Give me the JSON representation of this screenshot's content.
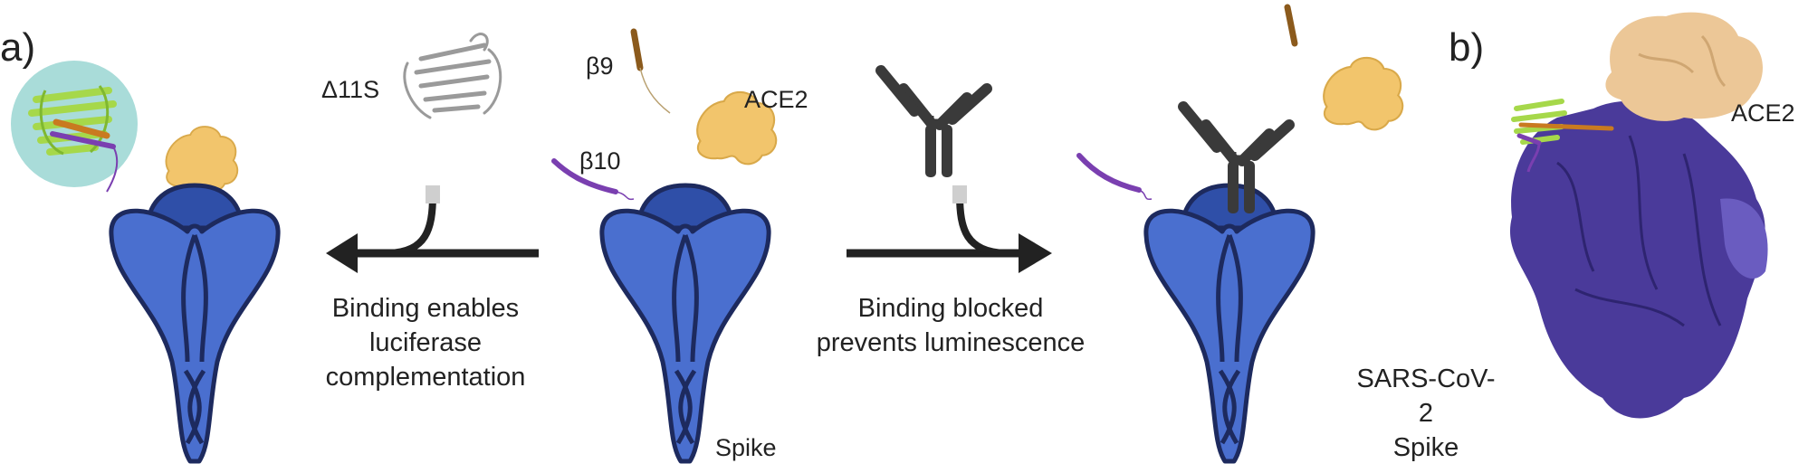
{
  "panels": {
    "a": "a)",
    "b": "b)"
  },
  "molecules": {
    "d11s": "Δ11S",
    "b9": "β9",
    "ace2": "ACE2",
    "b10": "β10",
    "spike": "Spike",
    "ace2_structure": "ACE2",
    "sars_line1": "SARS-CoV-2",
    "sars_line2": "Spike"
  },
  "captions": {
    "left_line1": "Binding enables",
    "left_line2": "luciferase",
    "left_line3": "complementation",
    "right_line1": "Binding blocked",
    "right_line2": "prevents luminescence"
  },
  "colors": {
    "spike_body": "#4a6fcf",
    "spike_outline": "#1d2a5e",
    "spike_head": "#2f4fa8",
    "ace2": "#f2c56c",
    "ace2_structure": "#ecc797",
    "antibody": "#3a3a3a",
    "b10_strand": "#7a3fb0",
    "b9_strand": "#8b5a1c",
    "luciferase_green": "#a6d84a",
    "halo": "#a9dcd9",
    "spike_structure": "#4a3a9a",
    "arrow": "#222222"
  }
}
